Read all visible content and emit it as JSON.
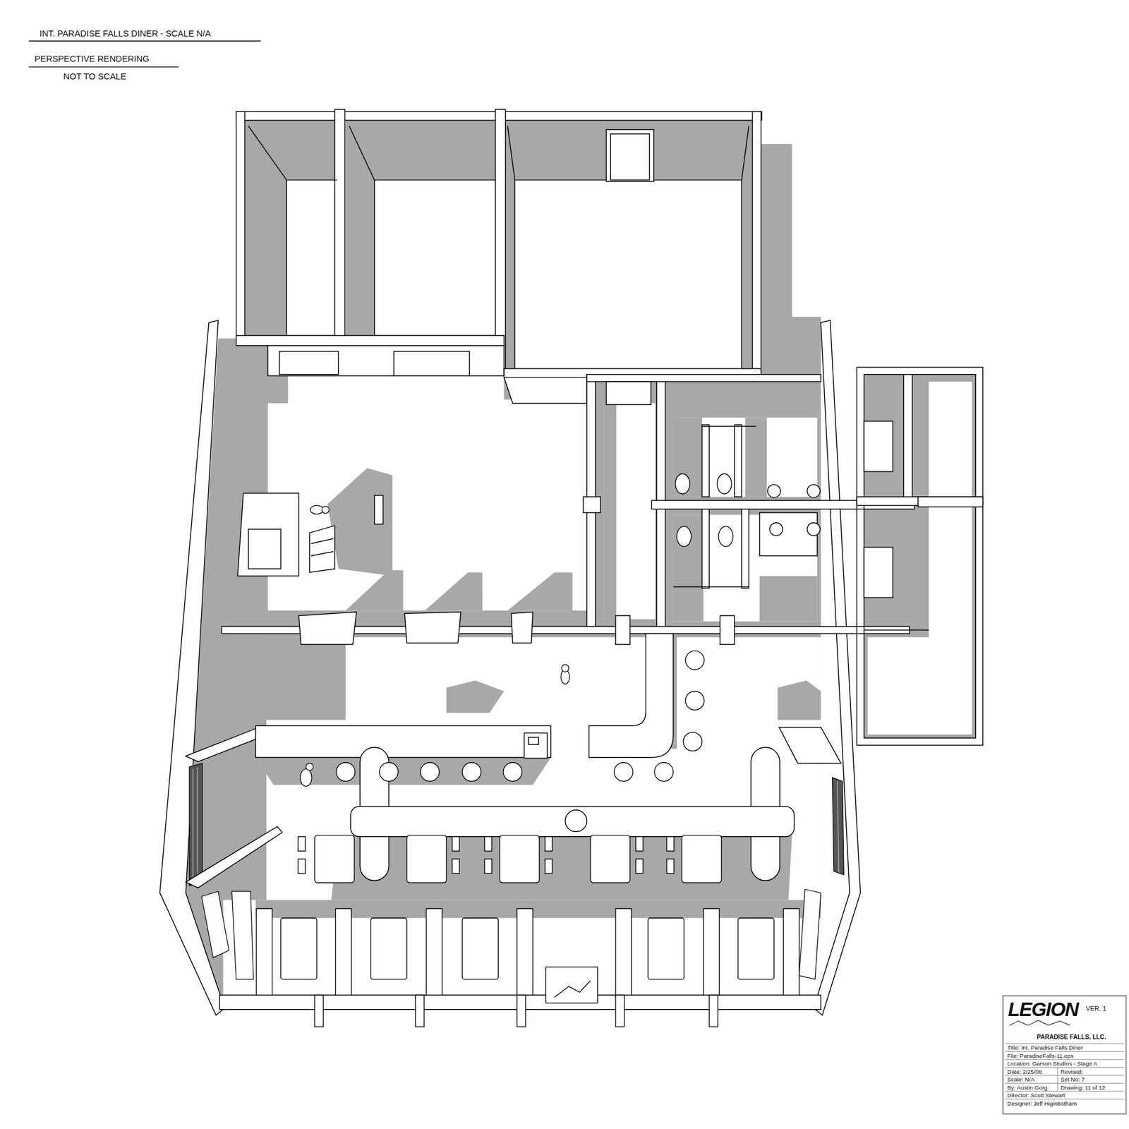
{
  "diagram": {
    "title": "INT. PARADISE FALLS DINER - SCALE N/A",
    "nodes": [
      {
        "text": [
          "LEGION",
          "VER. 1",
          "PARADISE FALLS, LLC.",
          "Title: Int. Paradise Falls Diner",
          "File: ParadiseFalls-11.eps",
          "Location: Garson Studios - Stage A",
          "Date: 2/25/08",
          "Revised:",
          "Scale: N/A",
          "Set No: 7",
          "By: Austin Gorg",
          "Drawing: 11 of 12",
          "Director: Scott Stewart",
          "Designer: Jeff Higinbotham"
        ]
      }
    ],
    "labels": [
      "PERSPECTIVE RENDERING",
      "NOT TO SCALE"
    ]
  }
}
